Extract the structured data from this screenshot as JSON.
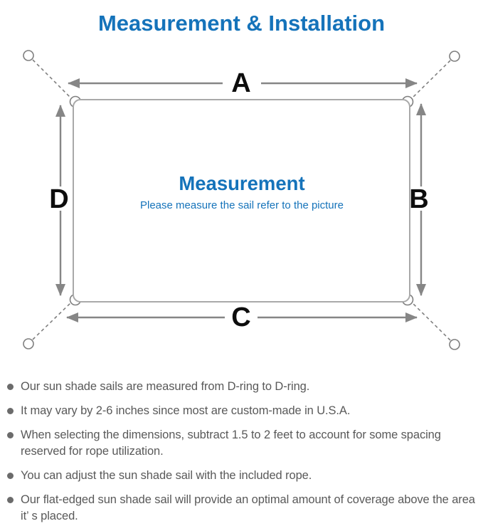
{
  "title": "Measurement & Installation",
  "diagram": {
    "label_a": "A",
    "label_b": "B",
    "label_c": "C",
    "label_d": "D",
    "center_title": "Measurement",
    "center_subtitle": "Please measure the sail refer to the picture"
  },
  "colors": {
    "accent_blue": "#1573ba",
    "arrow_gray": "#868686",
    "outline_gray": "#a9a9a9",
    "rope_gray": "#7f7f7f",
    "note_text_gray": "#595959"
  },
  "notes": [
    "Our sun shade sails are measured from D-ring to D-ring.",
    "It may vary by 2-6 inches since most are custom-made in U.S.A.",
    "When selecting the dimensions, subtract 1.5 to 2 feet to account for some spacing reserved for rope utilization.",
    "You can adjust the sun shade sail with the included rope.",
    "Our flat-edged sun shade sail will provide an optimal amount of coverage above the area it’ s placed."
  ]
}
